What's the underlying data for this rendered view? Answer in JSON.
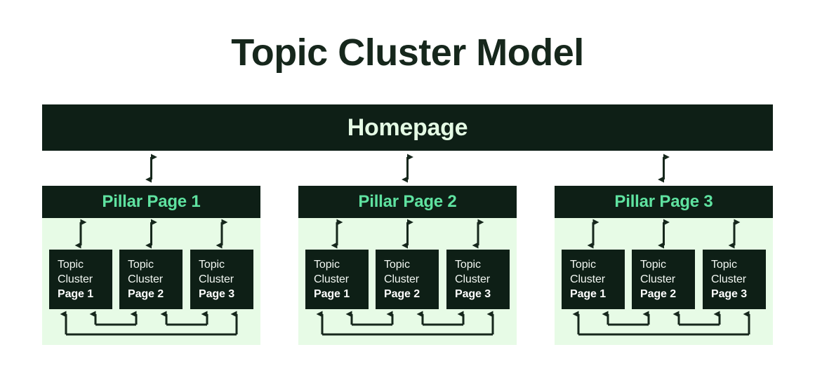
{
  "title": "Topic Cluster Model",
  "colors": {
    "background": "#ffffff",
    "dark_box": "#0e1f16",
    "panel_green": "#e7fbe6",
    "accent_green": "#5fe2a0",
    "title_text": "#16271c",
    "homepage_text": "#e4fae4",
    "cluster_text": "#f2f7f2"
  },
  "homepage": {
    "label": "Homepage"
  },
  "groups": [
    {
      "pillar_label": "Pillar Page 1",
      "clusters": [
        {
          "line1": "Topic",
          "line2": "Cluster",
          "line3": "Page 1"
        },
        {
          "line1": "Topic",
          "line2": "Cluster",
          "line3": "Page 2"
        },
        {
          "line1": "Topic",
          "line2": "Cluster",
          "line3": "Page 3"
        }
      ]
    },
    {
      "pillar_label": "Pillar Page 2",
      "clusters": [
        {
          "line1": "Topic",
          "line2": "Cluster",
          "line3": "Page 1"
        },
        {
          "line1": "Topic",
          "line2": "Cluster",
          "line3": "Page 2"
        },
        {
          "line1": "Topic",
          "line2": "Cluster",
          "line3": "Page 3"
        }
      ]
    },
    {
      "pillar_label": "Pillar Page 3",
      "clusters": [
        {
          "line1": "Topic",
          "line2": "Cluster",
          "line3": "Page 1"
        },
        {
          "line1": "Topic",
          "line2": "Cluster",
          "line3": "Page 2"
        },
        {
          "line1": "Topic",
          "line2": "Cluster",
          "line3": "Page 3"
        }
      ]
    }
  ]
}
